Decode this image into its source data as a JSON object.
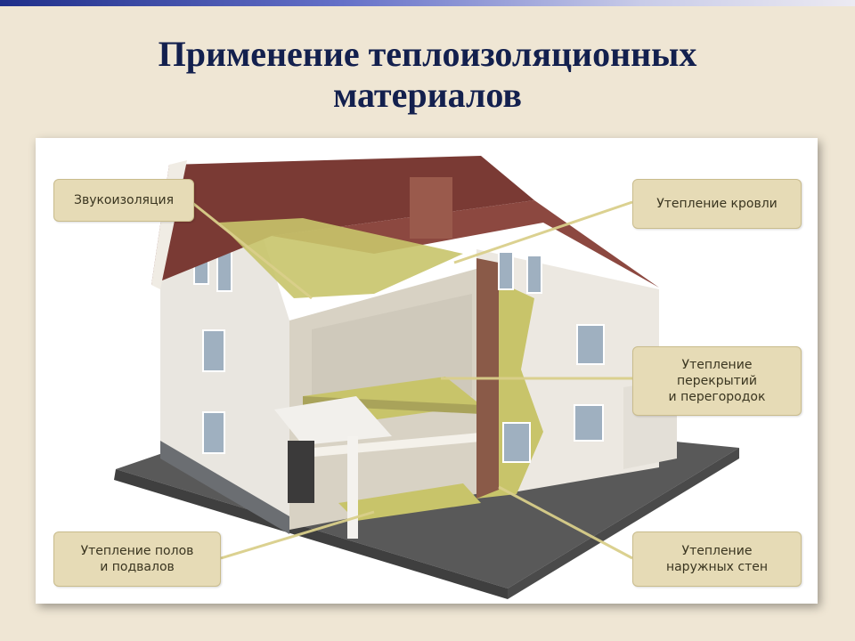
{
  "slide": {
    "title": "Применение теплоизоляционных\nматериалов"
  },
  "callouts": {
    "sound": "Звукоизоляция",
    "roof": "Утепление кровли",
    "floors_partitions": "Утепление\nперекрытий\nи перегородок",
    "floors_basements": "Утепление полов\nи подвалов",
    "outer_walls": "Утепление\nнаружных стен"
  },
  "colors": {
    "title": "#13204e",
    "background": "#efe6d4",
    "callout_fill": "#e6dbb6",
    "leader_line": "#d9cf8a",
    "insulation": "#c8c46a",
    "roof": "#7a3a34"
  }
}
